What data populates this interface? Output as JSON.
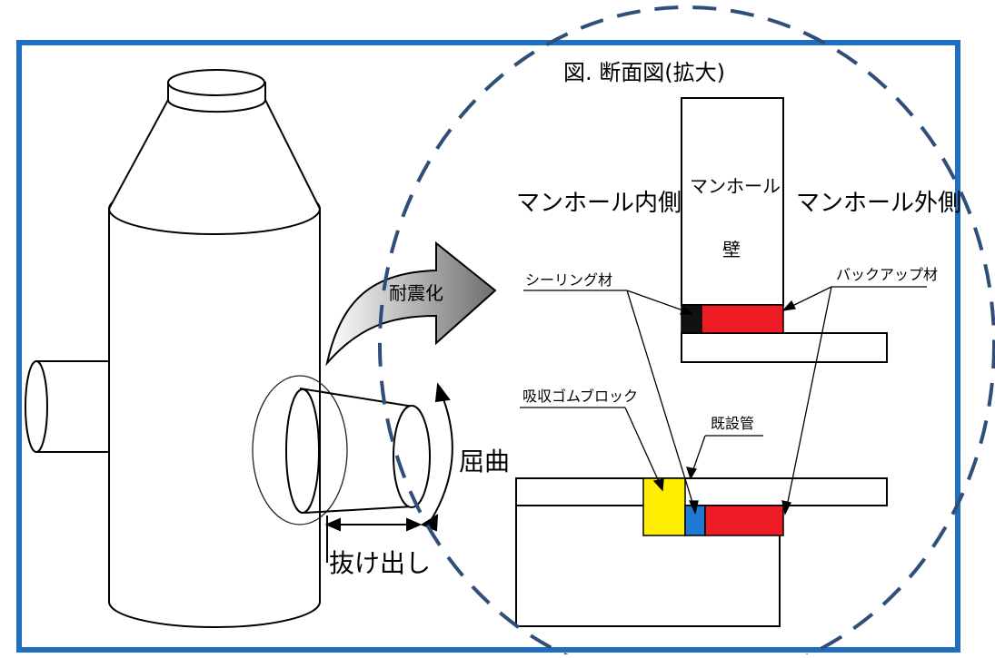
{
  "diagram": {
    "title": "図. 断面図(拡大)",
    "labels": {
      "manhole_inside": "マンホール内側",
      "manhole_wall_line1": "マンホール",
      "manhole_wall_line2": "壁",
      "manhole_outside": "マンホール外側",
      "sealing_material": "シーリング材",
      "backup_material": "バックアップ材",
      "rubber_block": "吸収ゴムブロック",
      "existing_pipe": "既設管",
      "seismic": "耐震化",
      "bending": "屈曲",
      "pullout": "抜け出し"
    },
    "colors": {
      "frame_border": "#1e6fc1",
      "dashed_circle": "#2f4e79",
      "backup_red": "#ee1c25",
      "sealing_black": "#111111",
      "rubber_yellow": "#ffee00",
      "sealing_blue": "#1f78d1",
      "arrow_gray": "#8c8c8c"
    }
  }
}
